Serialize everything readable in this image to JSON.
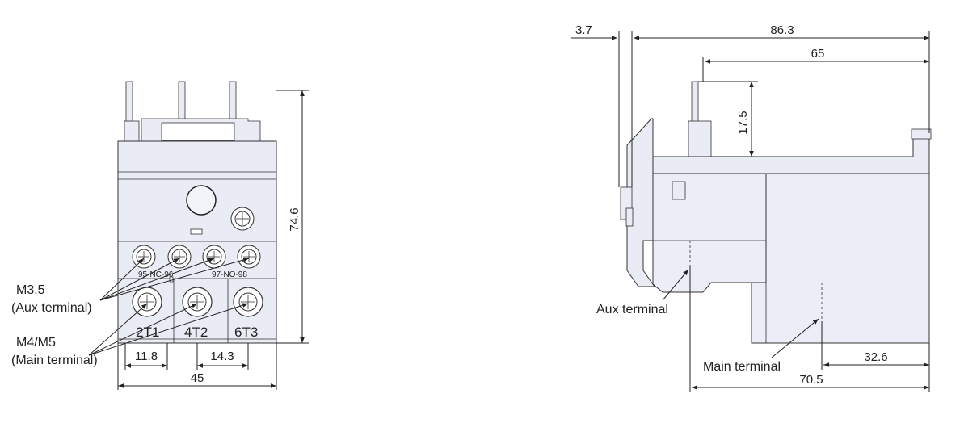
{
  "front_view": {
    "height_dim": "74.6",
    "width_dim": "45",
    "pitch_left_dim": "11.8",
    "pitch_right_dim": "14.3",
    "aux_terminal_size": "M3.5",
    "aux_terminal_label": "(Aux terminal)",
    "main_terminal_size": "M4/M5",
    "main_terminal_label": "(Main terminal)",
    "aux_contact_nc": "95-NC-96",
    "aux_contact_no": "97-NO-98",
    "main_terminals": [
      "2T1",
      "4T2",
      "6T3"
    ]
  },
  "side_view": {
    "offset_dim": "3.7",
    "overall_depth_dim": "86.3",
    "body_depth_dim": "65",
    "pin_height_dim": "17.5",
    "main_terminal_depth_dim": "32.6",
    "aux_terminal_depth_dim": "70.5",
    "aux_terminal_label": "Aux terminal",
    "main_terminal_label": "Main terminal"
  }
}
